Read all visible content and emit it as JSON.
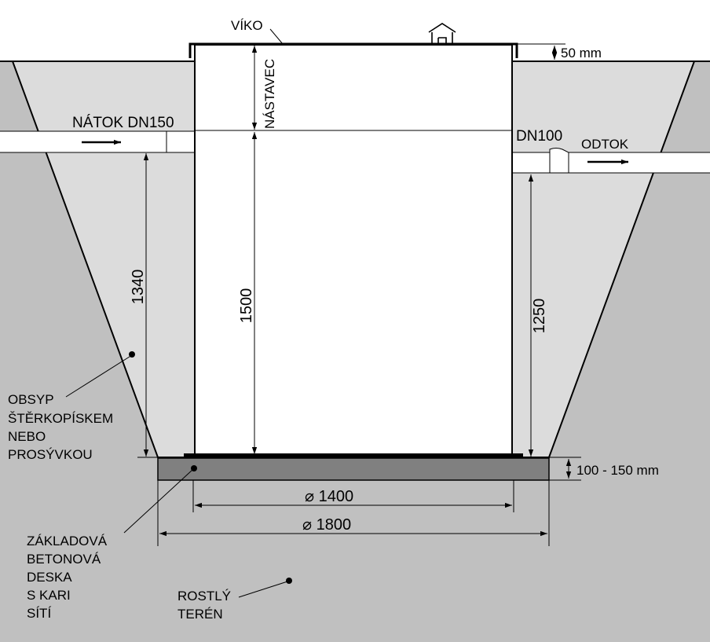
{
  "labels": {
    "lid": "VÍKO",
    "extension": "NÁSTAVEC",
    "inlet": "NÁTOK DN150",
    "outlet_dn": "DN100",
    "outlet": "ODTOK",
    "backfill": [
      "OBSYP",
      "ŠTĚRKOPÍSKEM",
      "NEBO",
      "PROSÝVKOU"
    ],
    "foundation": [
      "ZÁKLADOVÁ",
      "BETONOVÁ",
      "DESKA",
      "S KARI",
      "SÍTÍ"
    ],
    "soil": [
      "ROSTLÝ",
      "TERÉN"
    ]
  },
  "dimensions": {
    "lid_offset": "50 mm",
    "slab_thickness": "100 - 150 mm",
    "inlet_height": "1340",
    "tank_height": "1500",
    "outlet_height": "1250",
    "tank_diameter": "⌀ 1400",
    "slab_diameter": "⌀ 1800"
  },
  "colors": {
    "soil": "#c0c0c0",
    "backfill": "#dcdcdc",
    "slab": "#808080",
    "tank": "#ffffff",
    "pipe": "#ffffff",
    "line": "#000000"
  }
}
